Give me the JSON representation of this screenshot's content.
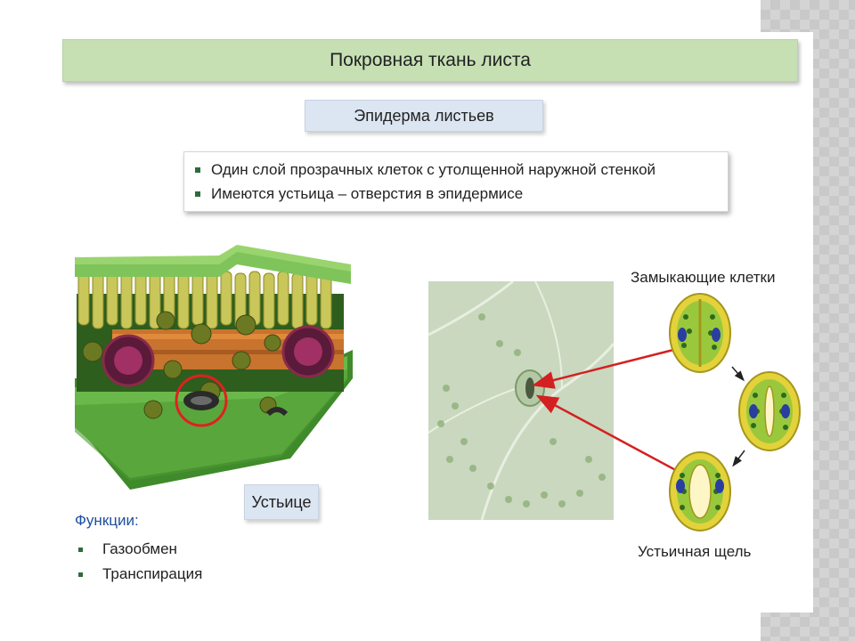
{
  "slide": {
    "title": "Покровная ткань листа",
    "subtitle": "Эпидерма листьев",
    "bullets": [
      "Один слой прозрачных клеток с утолщенной наружной стенкой",
      "Имеются устьица – отверстия в эпидермисе"
    ],
    "leaf_section_label": "Устьице",
    "functions_title": "Функции:",
    "functions": [
      "Газообмен",
      "Транспирация"
    ],
    "guard_cells_label": "Замыкающие клетки",
    "stomatal_gap_label": "Устьичная щель"
  },
  "colors": {
    "title_bg": "#c6e0b4",
    "label_box_bg": "#dce6f2",
    "leaf_green": "#5aa33a",
    "arrow_red": "#d42020",
    "functions_blue": "#1f4e9e"
  }
}
